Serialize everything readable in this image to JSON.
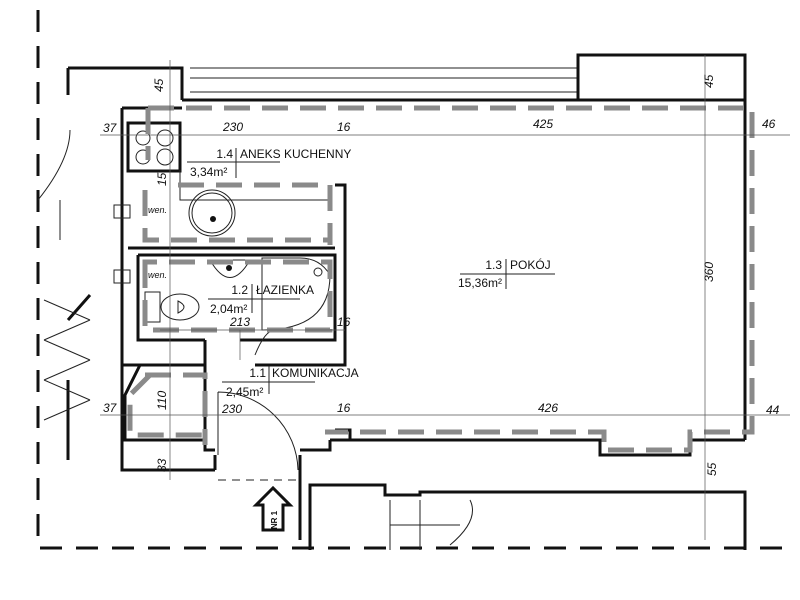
{
  "rooms": [
    {
      "number": "1.4",
      "name": "ANEKS KUCHENNY",
      "area": "3,34m²"
    },
    {
      "number": "1.2",
      "name": "ŁAZIENKA",
      "area": "2,04m²"
    },
    {
      "number": "1.3",
      "name": "POKÓJ",
      "area": "15,36m²"
    },
    {
      "number": "1.1",
      "name": "KOMUNIKACJA",
      "area": "2,45m²"
    }
  ],
  "dimensions": {
    "top_wall_left": "45",
    "top_wall_right": "45",
    "left_wall_top": "37",
    "kitchen_width": "230",
    "partition_top": "16",
    "room_width_top": "425",
    "right_wall_top": "46",
    "kitchen_niche": "15",
    "bath_width": "213",
    "partition_mid": "16",
    "room_depth": "360",
    "left_wall_bottom": "37",
    "corridor_depth": "110",
    "corridor_width": "230",
    "partition_bottom": "16",
    "room_width_bottom": "426",
    "right_wall_bottom": "44",
    "bottom_wall_left": "33",
    "bottom_wall_right": "55"
  },
  "vent_labels": [
    "wen.",
    "wen."
  ],
  "entrance_label": "NR 1"
}
